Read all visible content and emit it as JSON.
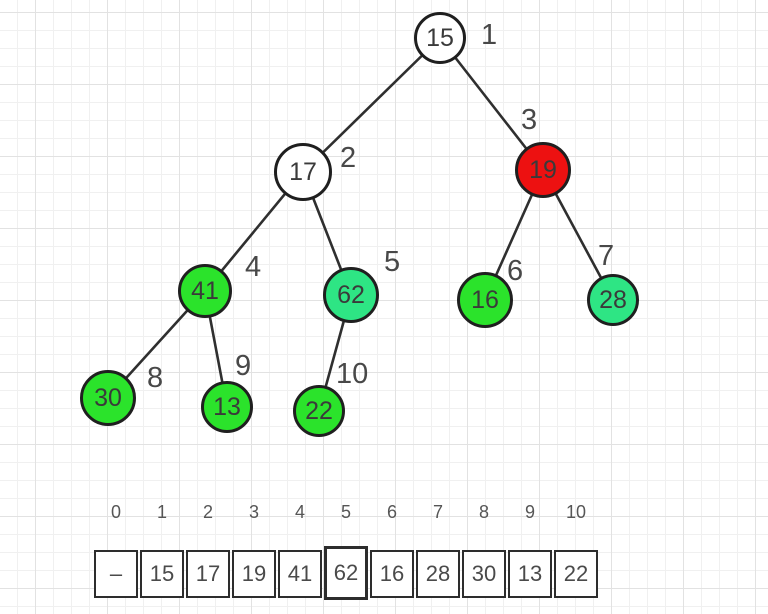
{
  "colors": {
    "node_white": "#ffffff",
    "node_red": "#ed1111",
    "node_green": "#2be32b",
    "node_spring_green": "#2ee584",
    "node_border": "#1f1f1f",
    "edge": "#2f2f2f",
    "grid_minor": "#f0f0f0",
    "grid_major": "#e2e2e2"
  },
  "tree": {
    "nodes": [
      {
        "value": "15",
        "position_label": "1",
        "fill": "#ffffff"
      },
      {
        "value": "17",
        "position_label": "2",
        "fill": "#ffffff"
      },
      {
        "value": "19",
        "position_label": "3",
        "fill": "#ed1111"
      },
      {
        "value": "41",
        "position_label": "4",
        "fill": "#2be32b"
      },
      {
        "value": "62",
        "position_label": "5",
        "fill": "#2ee584"
      },
      {
        "value": "16",
        "position_label": "6",
        "fill": "#2be32b"
      },
      {
        "value": "28",
        "position_label": "7",
        "fill": "#2ee584"
      },
      {
        "value": "30",
        "position_label": "8",
        "fill": "#2be32b"
      },
      {
        "value": "13",
        "position_label": "9",
        "fill": "#2be32b"
      },
      {
        "value": "22",
        "position_label": "10",
        "fill": "#2be32b"
      }
    ],
    "edges_by_position": [
      [
        1,
        2
      ],
      [
        1,
        3
      ],
      [
        2,
        4
      ],
      [
        2,
        5
      ],
      [
        3,
        6
      ],
      [
        3,
        7
      ],
      [
        4,
        8
      ],
      [
        4,
        9
      ],
      [
        5,
        10
      ]
    ]
  },
  "array": {
    "indices": [
      "0",
      "1",
      "2",
      "3",
      "4",
      "5",
      "6",
      "7",
      "8",
      "9",
      "10"
    ],
    "cells": [
      "–",
      "15",
      "17",
      "19",
      "41",
      "62",
      "16",
      "28",
      "30",
      "13",
      "22"
    ],
    "highlighted_cell_index": 5
  }
}
